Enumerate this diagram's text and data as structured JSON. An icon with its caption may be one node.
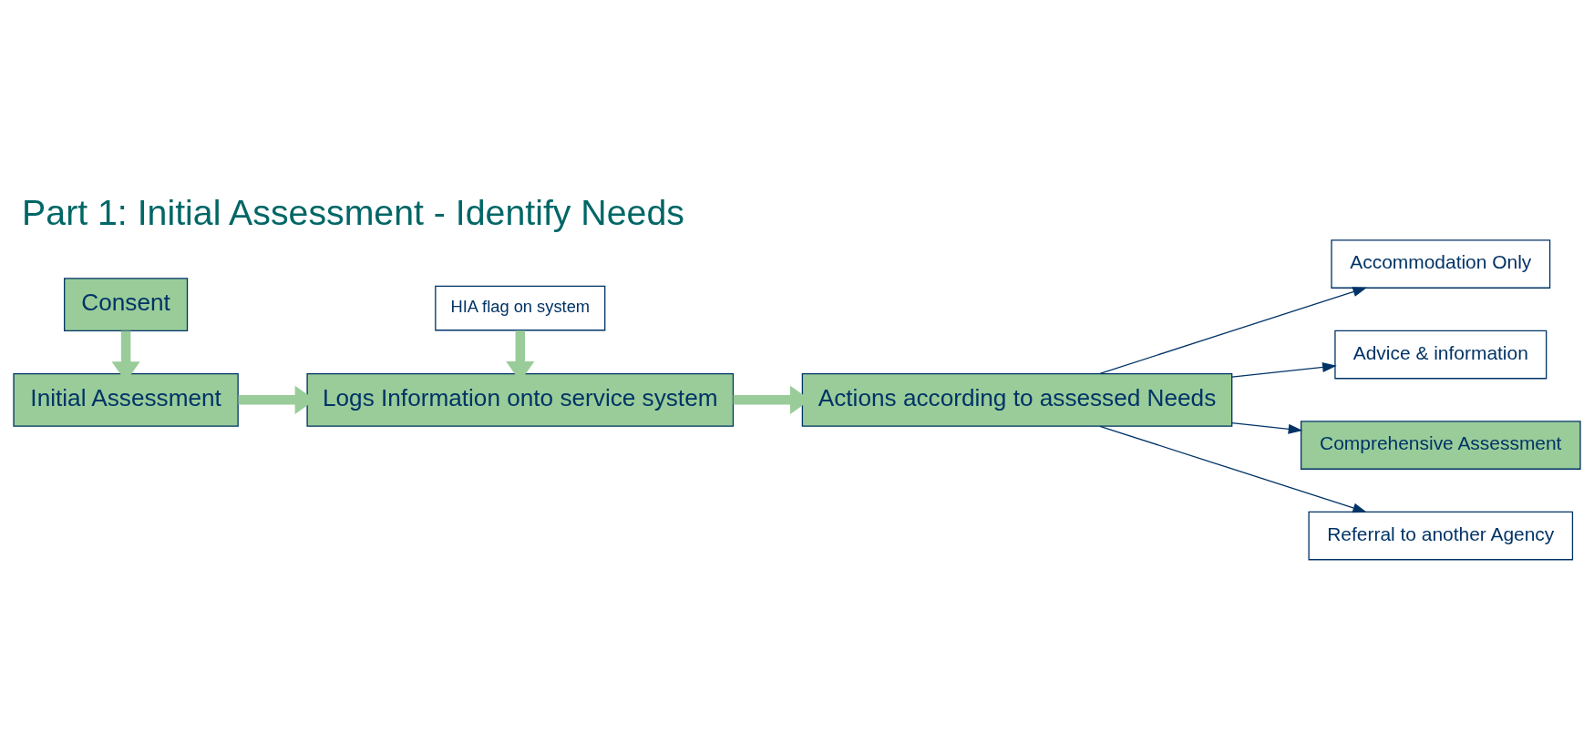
{
  "diagram": {
    "title": "Part 1: Initial Assessment - Identify Needs",
    "nodes": [
      {
        "text": [
          "Initial Assessment"
        ]
      },
      {
        "text": [
          "Logs Information onto service system"
        ]
      },
      {
        "text": [
          "Actions according to assessed Needs"
        ]
      },
      {
        "text": [
          "Consent"
        ]
      },
      {
        "text": [
          "HIA flag on system"
        ]
      },
      {
        "text": [
          "Accommodation Only"
        ]
      },
      {
        "text": [
          "Advice & information"
        ]
      },
      {
        "text": [
          "Comprehensive Assessment"
        ]
      },
      {
        "text": [
          "Referral to another Agency"
        ]
      }
    ],
    "edges": [
      {
        "from": 0,
        "to": 1,
        "arrow": "to",
        "style": "thick",
        "color": "#99cc99"
      },
      {
        "from": 1,
        "to": 2,
        "arrow": "to",
        "style": "thick",
        "color": "#99cc99"
      },
      {
        "from": 3,
        "to": 0,
        "arrow": "to",
        "style": "thick",
        "color": "#99cc99"
      },
      {
        "from": 4,
        "to": 1,
        "arrow": "to",
        "style": "thick",
        "color": "#99cc99"
      },
      {
        "from": 2,
        "to": 5,
        "arrow": "to",
        "color": "#003366"
      },
      {
        "from": 2,
        "to": 6,
        "arrow": "to",
        "color": "#003366"
      },
      {
        "from": 2,
        "to": 7,
        "arrow": "to",
        "color": "#003366"
      },
      {
        "from": 2,
        "to": 8,
        "arrow": "to",
        "color": "#003366"
      }
    ]
  }
}
